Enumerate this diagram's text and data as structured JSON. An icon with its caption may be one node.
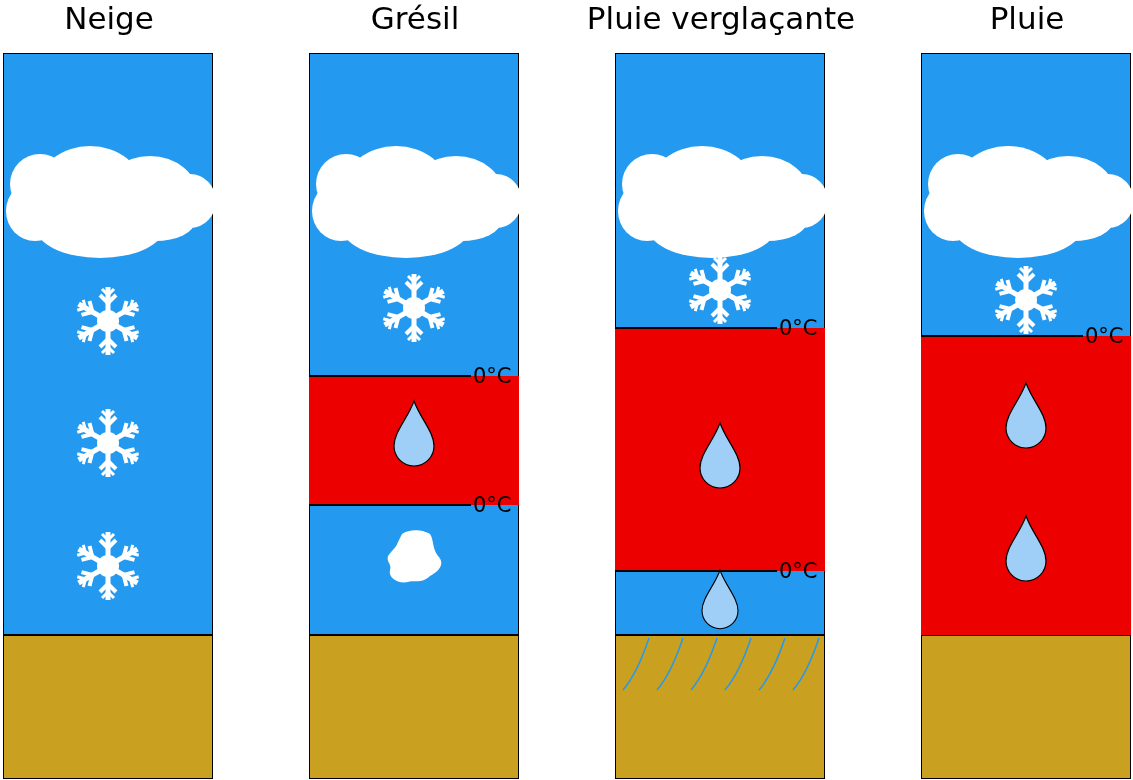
{
  "diagram": {
    "nodes": [
      {
        "text": [
          "Neige"
        ]
      },
      {
        "text": [
          "Grésil"
        ]
      },
      {
        "text": [
          "Pluie verglaçante"
        ]
      },
      {
        "text": [
          "Pluie"
        ]
      }
    ],
    "labels": [
      "0°C",
      "0°C",
      "0°C",
      "0°C",
      "0°C"
    ]
  }
}
